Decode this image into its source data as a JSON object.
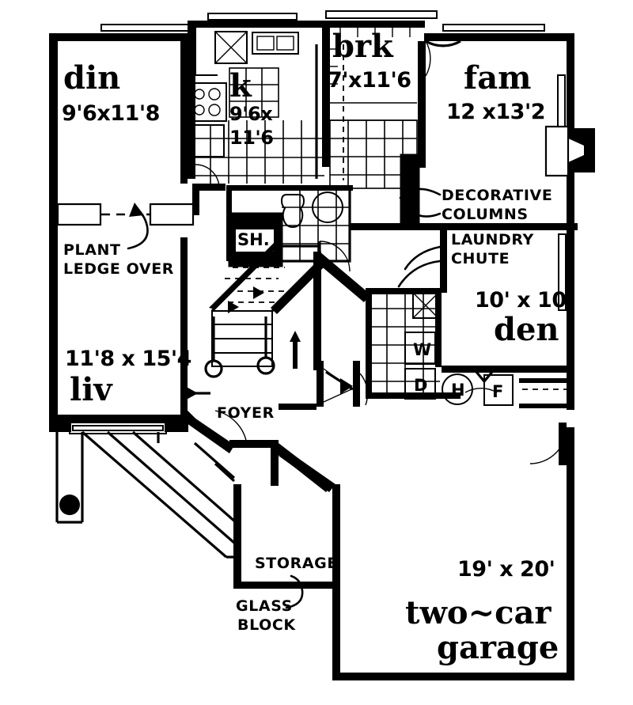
{
  "document": {
    "type": "architectural-floor-plan",
    "level": "main-floor",
    "style": "black-and-white line drawing"
  },
  "rooms": [
    {
      "key": "dining",
      "name": "din",
      "dimensions": "9'6x11'8"
    },
    {
      "key": "kitchen",
      "name": "k",
      "dimensions_line1": "9'6x",
      "dimensions_line2": "11'6"
    },
    {
      "key": "breakfast",
      "name": "brk",
      "dimensions": "7'x11'6"
    },
    {
      "key": "family",
      "name": "fam",
      "dimensions": "12 x13'2"
    },
    {
      "key": "den",
      "name": "den",
      "dimensions": "10' x 10'"
    },
    {
      "key": "living",
      "name": "liv",
      "dimensions": "11'8 x 15'4"
    },
    {
      "key": "garage",
      "name_line1": "two~car",
      "name_line2": "garage",
      "dimensions": "19' x 20'"
    }
  ],
  "annotations": [
    {
      "key": "plant-ledge",
      "line1": "PLANT",
      "line2": "LEDGE OVER"
    },
    {
      "key": "decorative-columns",
      "line1": "DECORATIVE",
      "line2": "COLUMNS"
    },
    {
      "key": "laundry-chute",
      "line1": "LAUNDRY",
      "line2": "CHUTE"
    },
    {
      "key": "foyer",
      "line1": "FOYER"
    },
    {
      "key": "storage",
      "line1": "STORAGE"
    },
    {
      "key": "glass-block",
      "line1": "GLASS",
      "line2": "BLOCK"
    }
  ],
  "labels": {
    "dining_name": "din",
    "dining_dim": "9'6x11'8",
    "kitchen_name": "k",
    "kitchen_dim1": "9'6x",
    "kitchen_dim2": "11'6",
    "breakfast_name": "brk",
    "breakfast_dim": "7'x11'6",
    "family_name": "fam",
    "family_dim": "12 x13'2",
    "den_name": "den",
    "den_dim": "10' x 10'",
    "living_name": "liv",
    "living_dim": "11'8 x 15'4",
    "garage_name1": "two~car",
    "garage_name2": "garage",
    "garage_dim": "19' x 20'",
    "foyer": "FOYER",
    "storage": "STORAGE",
    "glass_block_1": "GLASS",
    "glass_block_2": "BLOCK",
    "plant_ledge_1": "PLANT",
    "plant_ledge_2": "LEDGE OVER",
    "decorative_columns_1": "DECORATIVE",
    "decorative_columns_2": "COLUMNS",
    "laundry_chute_1": "LAUNDRY",
    "laundry_chute_2": "CHUTE",
    "shower": "SH.",
    "washer": "W",
    "dryer": "D",
    "water_heater": "H",
    "furnace": "F"
  },
  "fixtures": [
    {
      "key": "shower",
      "label": "SH.",
      "description": "shower stall with diagonal cross"
    },
    {
      "key": "washer",
      "label": "W",
      "description": "washer"
    },
    {
      "key": "dryer",
      "label": "D",
      "description": "dryer"
    },
    {
      "key": "water-heater",
      "label": "H",
      "description": "water heater, circle symbol"
    },
    {
      "key": "furnace",
      "label": "F",
      "description": "furnace, square symbol"
    },
    {
      "key": "range",
      "label": "",
      "description": "four burner cooktop"
    },
    {
      "key": "sink",
      "label": "",
      "description": "double bowl kitchen sink"
    },
    {
      "key": "toilet",
      "label": "",
      "description": "water closet"
    },
    {
      "key": "lavatory",
      "label": "",
      "description": "round lavatory basin"
    }
  ],
  "colors": {
    "line": "#000000",
    "background": "#ffffff"
  }
}
